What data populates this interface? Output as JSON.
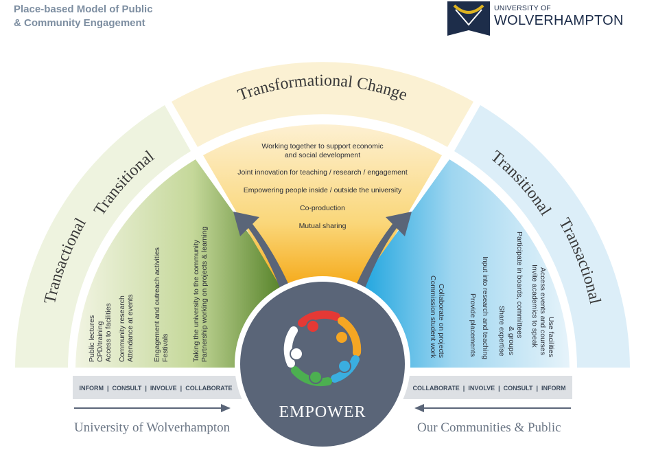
{
  "title": {
    "line1": "Place-based Model of Public",
    "line2": "& Community Engagement"
  },
  "logo": {
    "line1": "UNIVERSITY OF",
    "line2": "WOLVERHAMPTON",
    "icon": "wolverhampton-crest-icon"
  },
  "arcs": {
    "top": "Transformational Change",
    "left_outer": "Transactional",
    "left_inner": "Transitional",
    "right_inner": "Transitional",
    "right_outer": "Transactional"
  },
  "transformational_items": [
    "Working together to support economic",
    "and social development",
    "Joint innovation for teaching / research / engagement",
    "Empowering people inside / outside the university",
    "Co-production",
    "Mutual sharing"
  ],
  "left_activities": [
    "Public lectures",
    "CPD/training",
    "Access to facilities",
    "Community research",
    "Attendance at events",
    "Engagement and outreach activities",
    "Festivals",
    "Taking the university to the community",
    "Partnership working on projects & learning"
  ],
  "right_activities": [
    "Collaborate on projects",
    "Commission student work",
    "Input into research and teaching",
    "Provide placements",
    "Participate in boards, committees",
    "& groups",
    "Share expertise",
    "Use facilities",
    "Access events and courses",
    "Invite academics to speak"
  ],
  "left_band": "INFORM  |  CONSULT  |  INVOLVE  |  COLLABORATE",
  "right_band": "COLLABORATE  |  INVOLVE  |  CONSULT  |  INFORM",
  "center": {
    "label": "EMPOWER",
    "icon": "people-circle-icon"
  },
  "bottom_left": "University of Wolverhampton",
  "bottom_right": "Our Communities & Public",
  "colors": {
    "navy": "#5a6578",
    "green": "#5c8a30",
    "orange": "#f5a623",
    "blue": "#3aaee0",
    "pale_green": "#eef3df",
    "pale_yellow": "#fbf3da",
    "pale_blue": "#dff0f9",
    "band_gray": "#dde0e4",
    "title": "#7d8ea1"
  }
}
